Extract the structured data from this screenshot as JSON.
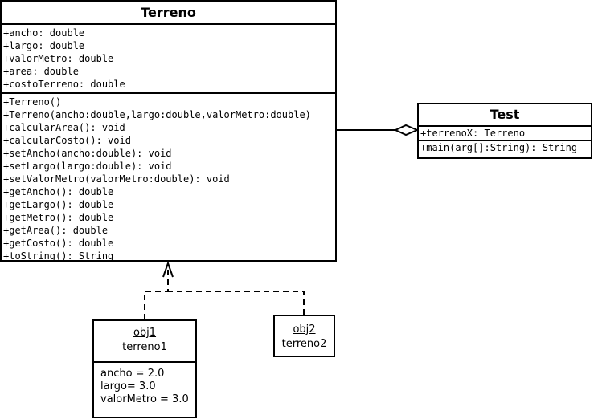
{
  "terreno": {
    "name": "Terreno",
    "attributes": [
      "+ancho: double",
      "+largo: double",
      "+valorMetro: double",
      "+area: double",
      "+costoTerreno: double"
    ],
    "methods": [
      "+Terreno()",
      "+Terreno(ancho:double,largo:double,valorMetro:double)",
      "+calcularArea(): void",
      "+calcularCosto(): void",
      "+setAncho(ancho:double): void",
      "+setLargo(largo:double): void",
      "+setValorMetro(valorMetro:double): void",
      "+getAncho(): double",
      "+getLargo(): double",
      "+getMetro(): double",
      "+getArea(): double",
      "+getCosto(): double",
      "+toString(): String"
    ]
  },
  "test": {
    "name": "Test",
    "attributes": [
      "+terrenoX: Terreno"
    ],
    "methods": [
      "+main(arg[]:String): String"
    ]
  },
  "obj1": {
    "name": "obj1",
    "type": "terreno1",
    "attributes": [
      "ancho = 2.0",
      "largo= 3.0",
      "valorMetro = 3.0"
    ]
  },
  "obj2": {
    "name": "obj2",
    "type": "terreno2"
  }
}
